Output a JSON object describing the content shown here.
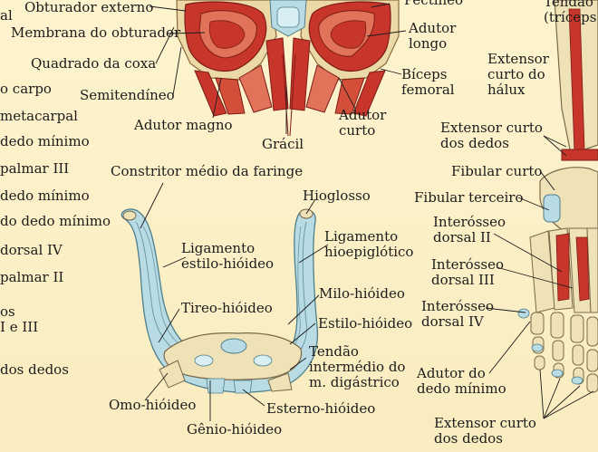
{
  "colors": {
    "background": "#fbf1c9",
    "muscle": "#c8362b",
    "muscle_light": "#e0735a",
    "bone": "#efe2b6",
    "cartilage": "#b8dbe4",
    "leader_line": "#1c1c1c"
  },
  "labels": {
    "tl_al": "al",
    "obturador_externo": "Obturador externo",
    "pectineo": "Pectíneo",
    "tendao_triceps": "Tendão\n(tríceps",
    "membrana_obturador": "Membrana do obturador",
    "adutor_longo": "Adutor\nlongo",
    "extensor_curto_halux": "Extensor\ncurto do\nhálux",
    "quadrado_coxa": "Quadrado da coxa",
    "carpo": "o carpo",
    "biceps_femoral": "Bíceps\nfemoral",
    "semitendineo": "Semitendíneo",
    "metacarpal": "metacarpal",
    "adutor_magno": "Adutor magno",
    "adutor_curto": "Adutor\ncurto",
    "extensor_curto_dedos_top": "Extensor curto\ndos dedos",
    "dedo_minimo_1": "dedo mínimo",
    "gracil": "Grácil",
    "palmar_iii": "palmar III",
    "constritor_medio": "Constritor médio da faringe",
    "fibular_curto": "Fibular curto",
    "dedo_minimo_2": "dedo mínimo",
    "hioglosso": "Hioglosso",
    "fibular_terceiro": "Fibular terceiro",
    "do_dedo_minimo": "do dedo mínimo",
    "ligamento_estilo_hioideo": "Ligamento\nestilo-hióideo",
    "ligamento_hioepiglotico": "Ligamento\nhioepiglótico",
    "interosseo_dorsal_ii": "Interósseo\ndorsal II",
    "dorsal_iv": "dorsal IV",
    "interosseo_dorsal_iii": "Interósseo\ndorsal III",
    "palmar_ii": "palmar II",
    "milo_hioideo": "Milo-hióideo",
    "os_i_e_iii": "os\nI e III",
    "tireo_hioideo": "Tireo-hióideo",
    "interosseo_dorsal_iv": "Interósseo\ndorsal IV",
    "estilo_hioideo": "Estilo-hióideo",
    "tendao_intermedio": "Tendão\nintermédio do\nm. digástrico",
    "dos_dedos": "dos dedos",
    "adutor_dedo_minimo": "Adutor do\ndedo mínimo",
    "omo_hioideo": "Omo-hióideo",
    "esterno_hioideo": "Esterno-hióideo",
    "extensor_curto_dedos_bottom": "Extensor curto\ndos dedos",
    "genio_hioideo": "Gênio-hióideo"
  }
}
